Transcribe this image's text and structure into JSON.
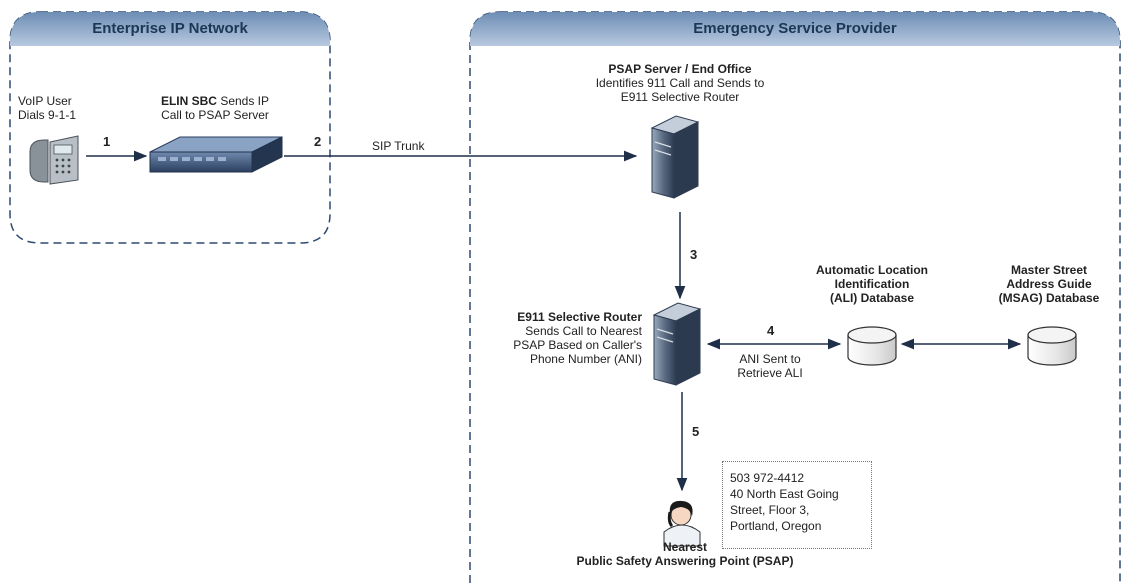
{
  "zones": {
    "enterprise": {
      "title": "Enterprise IP Network"
    },
    "provider": {
      "title": "Emergency Service Provider"
    }
  },
  "voip_user": {
    "line1": "VoIP User",
    "line2": "Dials 9-1-1"
  },
  "elin_sbc": {
    "bold": "ELIN SBC",
    "line1_rest": " Sends IP",
    "line2": "Call to PSAP Server"
  },
  "sip_trunk": "SIP Trunk",
  "psap_server": {
    "title": "PSAP Server / End Office",
    "line1": "Identifies 911 Call and Sends to",
    "line2": "E911 Selective Router"
  },
  "selective_router": {
    "title": "E911 Selective Router",
    "line1": "Sends Call to Nearest",
    "line2": "PSAP Based on Caller's",
    "line3": "Phone Number (ANI)"
  },
  "ali_db": {
    "line1": "Automatic Location",
    "line2": "Identification",
    "line3": "(ALI) Database"
  },
  "msag_db": {
    "line1": "Master Street",
    "line2": "Address Guide",
    "line3": "(MSAG) Database"
  },
  "ani_note": {
    "line1": "ANI Sent to",
    "line2": "Retrieve ALI"
  },
  "steps": {
    "s1": "1",
    "s2": "2",
    "s3": "3",
    "s4": "4",
    "s5": "5"
  },
  "address": {
    "phone": "503 972-4412",
    "line1": "40 North East Going",
    "line2": "Street, Floor 3,",
    "line3": "Portland, Oregon"
  },
  "psap": {
    "line1": "Nearest",
    "line2": "Public Safety Answering Point (PSAP)"
  },
  "colors": {
    "zone_border": "#2f4a72",
    "zone_header_top": "#6f8fb5",
    "zone_header_bottom": "#b3c5dc",
    "arrow": "#1f2f48"
  }
}
